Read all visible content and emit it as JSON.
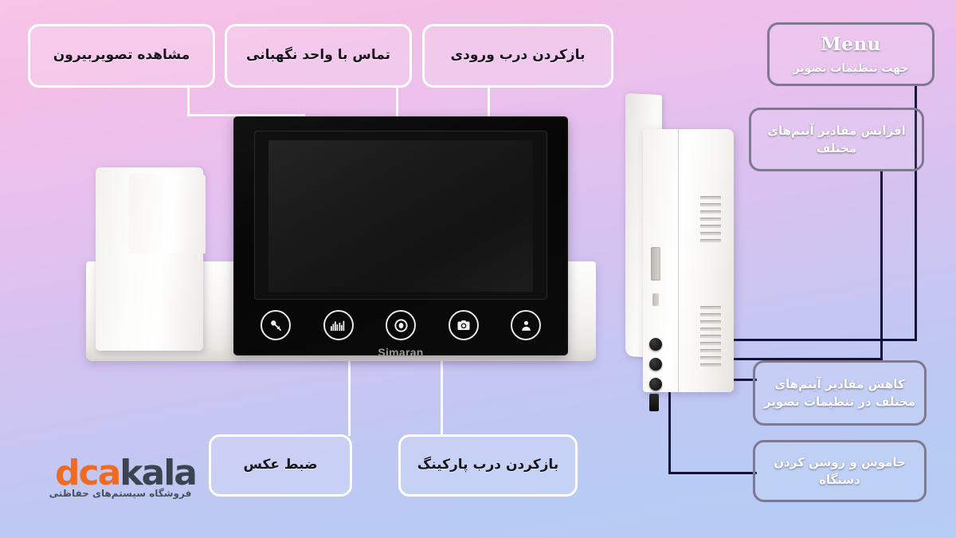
{
  "page": {
    "background_top": "#f8c5e8",
    "background_bottom": "#b6cdf5"
  },
  "device_front": {
    "brand": "Simaran",
    "buttons": [
      {
        "id": "intercom",
        "icon": "person-icon",
        "label": "تماس با واحد نگهبانی"
      },
      {
        "id": "snapshot",
        "icon": "camera-icon",
        "label": "ضبط عکس"
      },
      {
        "id": "monitor",
        "icon": "target-icon",
        "label": "مشاهده تصویربیرون"
      },
      {
        "id": "parking",
        "icon": "equalizer-icon",
        "label": "بازکردن درب پارکینگ"
      },
      {
        "id": "unlock",
        "icon": "key-icon",
        "label": "بازکردن درب ورودی"
      }
    ]
  },
  "device_side": {
    "ports": [
      "sd-card-slot",
      "mini-port"
    ],
    "side_buttons": [
      "menu-button",
      "up-button",
      "down-button"
    ],
    "power_switch": "power-switch"
  },
  "callouts": {
    "view_outside": {
      "text": "مشاهده تصویربیرون",
      "style": "light"
    },
    "call_guard": {
      "text": "تماس با واحد نگهبانی",
      "style": "light"
    },
    "open_entrance": {
      "text": "بازکردن درب ورودی",
      "style": "light"
    },
    "record_photo": {
      "text": "ضبط عکس",
      "style": "light"
    },
    "open_parking": {
      "text": "بازکردن درب پارکینگ",
      "style": "light"
    },
    "menu": {
      "title": "Menu",
      "subtitle": "جهت تنظیمات تصویر",
      "style": "dark"
    },
    "increase_values": {
      "text": "افزایش مقادیر آیتم‌های مختلف",
      "style": "dark"
    },
    "decrease_values": {
      "text": "کاهش مقادیر آیتم‌های مختلف در تنظیمات تصویر",
      "style": "dark"
    },
    "power_toggle": {
      "text": "خاموش و روشن کردن دستگاه",
      "style": "dark"
    }
  },
  "logo": {
    "part_orange": "dca",
    "part_dark": "kala",
    "subtitle": "فروشگاه سیستم‌های حفاظتی",
    "orange": "#ef6b22",
    "dark": "#3a4450"
  }
}
